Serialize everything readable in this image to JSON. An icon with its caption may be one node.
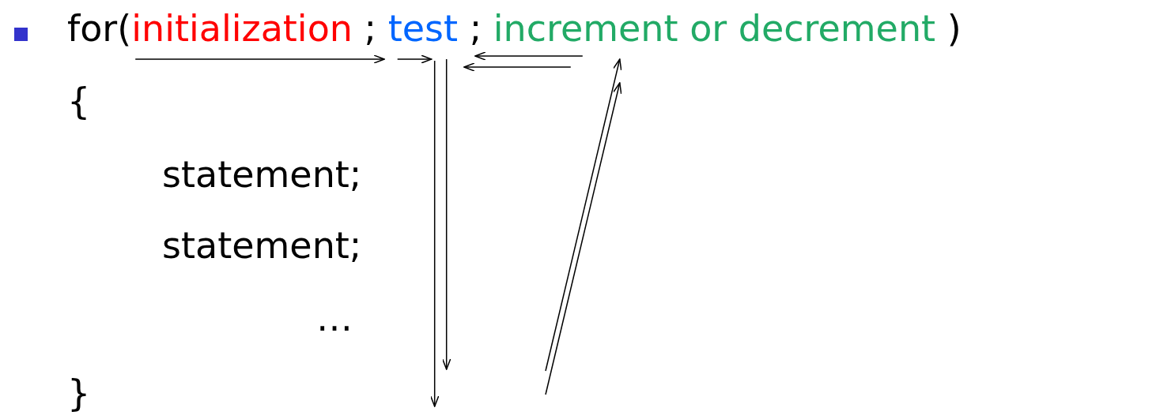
{
  "diagram": {
    "nodes": [
      {
        "text": [
          "initialization"
        ]
      },
      {
        "text": [
          "test"
        ]
      },
      {
        "text": [
          "increment or decrement"
        ]
      }
    ],
    "edges": [
      {
        "from": 0,
        "to": 1,
        "arrow": "to"
      },
      {
        "from": null,
        "to": 1,
        "arrow": "to"
      },
      {
        "from": 1,
        "to": null,
        "arrow": "to"
      },
      {
        "from": 1,
        "to": null,
        "arrow": "to"
      },
      {
        "from": null,
        "to": 2,
        "arrow": "to"
      },
      {
        "from": null,
        "to": 2,
        "arrow": "to"
      },
      {
        "from": 2,
        "to": 1,
        "arrow": "to"
      },
      {
        "from": 2,
        "to": 1,
        "arrow": "to"
      }
    ],
    "labels": [
      "for(",
      ";",
      ";",
      ")",
      "{",
      "statement;",
      "statement;",
      "…",
      "}"
    ]
  }
}
